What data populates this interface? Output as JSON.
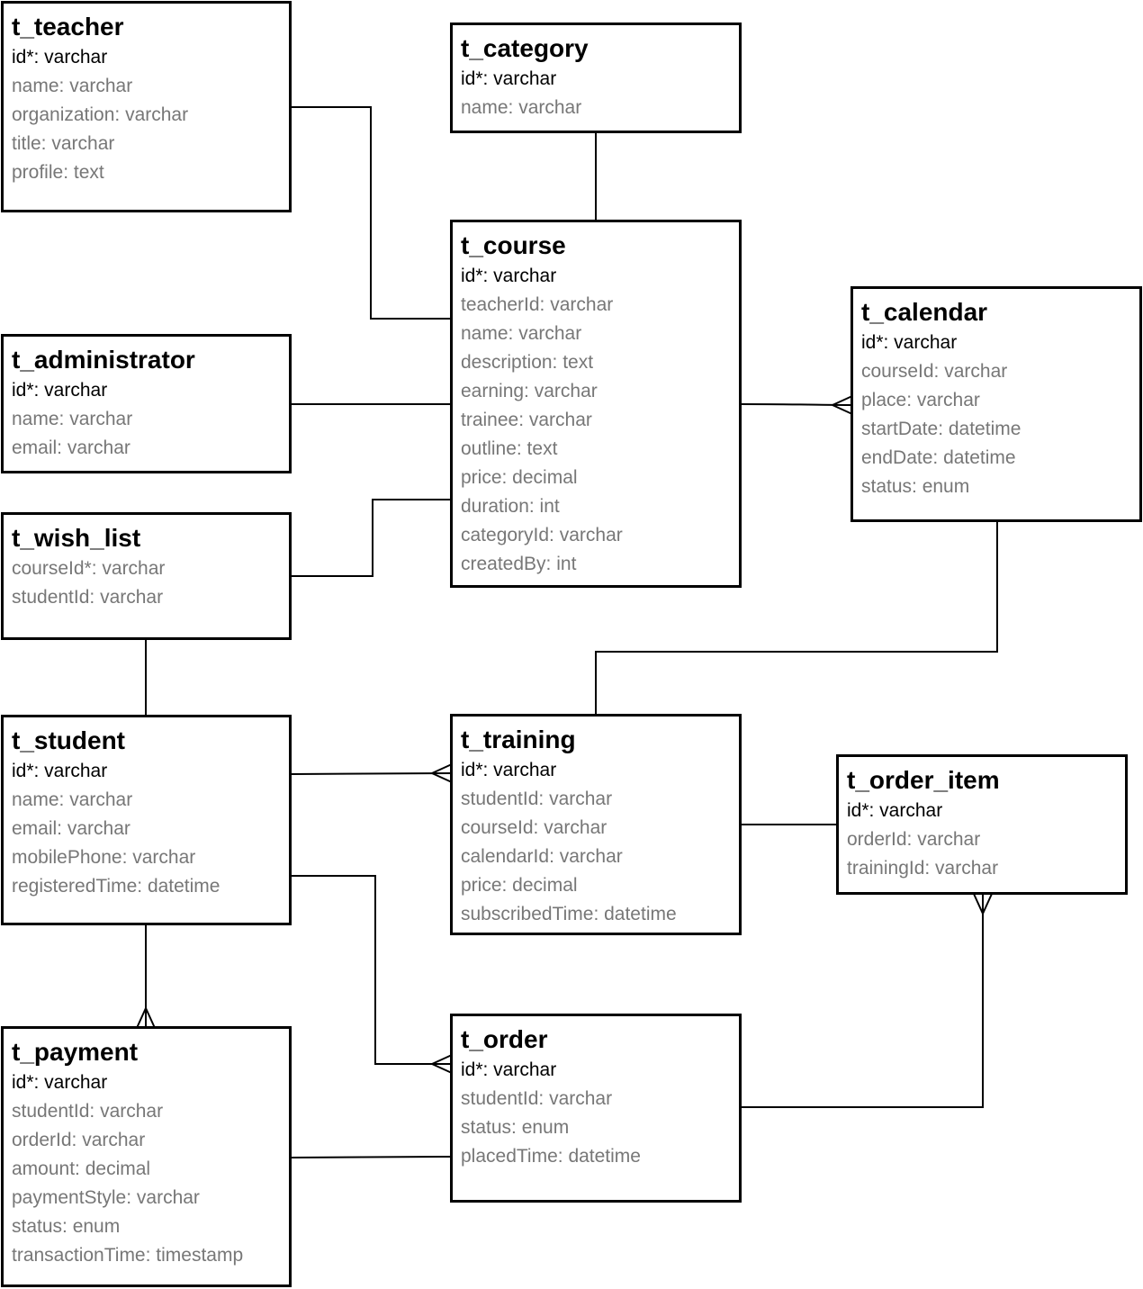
{
  "colors": {
    "border": "#000000",
    "title": "#000000",
    "primary_key": "#000000",
    "attribute": "#777777",
    "connector": "#000000"
  },
  "entities": {
    "teacher": {
      "name": "t_teacher",
      "fields": [
        {
          "text": "id*: varchar",
          "pk": true
        },
        {
          "text": "name: varchar",
          "pk": false
        },
        {
          "text": "organization: varchar",
          "pk": false
        },
        {
          "text": "title: varchar",
          "pk": false
        },
        {
          "text": "profile: text",
          "pk": false
        }
      ]
    },
    "category": {
      "name": "t_category",
      "fields": [
        {
          "text": "id*: varchar",
          "pk": true
        },
        {
          "text": "name: varchar",
          "pk": false
        }
      ]
    },
    "course": {
      "name": "t_course",
      "fields": [
        {
          "text": "id*: varchar",
          "pk": true
        },
        {
          "text": "teacherId: varchar",
          "pk": false
        },
        {
          "text": "name: varchar",
          "pk": false
        },
        {
          "text": "description: text",
          "pk": false
        },
        {
          "text": "earning: varchar",
          "pk": false
        },
        {
          "text": "trainee: varchar",
          "pk": false
        },
        {
          "text": "outline: text",
          "pk": false
        },
        {
          "text": "price: decimal",
          "pk": false
        },
        {
          "text": "duration: int",
          "pk": false
        },
        {
          "text": "categoryId: varchar",
          "pk": false
        },
        {
          "text": "createdBy: int",
          "pk": false
        }
      ]
    },
    "administrator": {
      "name": "t_administrator",
      "fields": [
        {
          "text": "id*: varchar",
          "pk": true
        },
        {
          "text": "name: varchar",
          "pk": false
        },
        {
          "text": "email: varchar",
          "pk": false
        }
      ]
    },
    "calendar": {
      "name": "t_calendar",
      "fields": [
        {
          "text": "id*: varchar",
          "pk": true
        },
        {
          "text": "courseId: varchar",
          "pk": false
        },
        {
          "text": "place: varchar",
          "pk": false
        },
        {
          "text": "startDate: datetime",
          "pk": false
        },
        {
          "text": "endDate: datetime",
          "pk": false
        },
        {
          "text": "status: enum",
          "pk": false
        }
      ]
    },
    "wish_list": {
      "name": "t_wish_list",
      "fields": [
        {
          "text": "courseId*: varchar",
          "pk": false
        },
        {
          "text": "studentId: varchar",
          "pk": false
        }
      ]
    },
    "student": {
      "name": "t_student",
      "fields": [
        {
          "text": "id*: varchar",
          "pk": true
        },
        {
          "text": "name: varchar",
          "pk": false
        },
        {
          "text": "email: varchar",
          "pk": false
        },
        {
          "text": "mobilePhone: varchar",
          "pk": false
        },
        {
          "text": "registeredTime: datetime",
          "pk": false
        }
      ]
    },
    "training": {
      "name": "t_training",
      "fields": [
        {
          "text": "id*: varchar",
          "pk": true
        },
        {
          "text": "studentId: varchar",
          "pk": false
        },
        {
          "text": "courseId: varchar",
          "pk": false
        },
        {
          "text": "calendarId: varchar",
          "pk": false
        },
        {
          "text": "price: decimal",
          "pk": false
        },
        {
          "text": "subscribedTime: datetime",
          "pk": false
        }
      ]
    },
    "order_item": {
      "name": "t_order_item",
      "fields": [
        {
          "text": "id*: varchar",
          "pk": true
        },
        {
          "text": "orderId: varchar",
          "pk": false
        },
        {
          "text": "trainingId: varchar",
          "pk": false
        }
      ]
    },
    "payment": {
      "name": "t_payment",
      "fields": [
        {
          "text": "id*: varchar",
          "pk": true
        },
        {
          "text": "studentId: varchar",
          "pk": false
        },
        {
          "text": "orderId: varchar",
          "pk": false
        },
        {
          "text": "amount: decimal",
          "pk": false
        },
        {
          "text": "paymentStyle: varchar",
          "pk": false
        },
        {
          "text": "status: enum",
          "pk": false
        },
        {
          "text": "transactionTime: timestamp",
          "pk": false
        }
      ]
    },
    "order": {
      "name": "t_order",
      "fields": [
        {
          "text": "id*: varchar",
          "pk": true
        },
        {
          "text": "studentId: varchar",
          "pk": false
        },
        {
          "text": "status: enum",
          "pk": false
        },
        {
          "text": "placedTime: datetime",
          "pk": false
        }
      ]
    }
  },
  "relationships": [
    {
      "from": "t_teacher",
      "to": "t_course",
      "cardinality": "one-to-one"
    },
    {
      "from": "t_category",
      "to": "t_course",
      "cardinality": "one-to-one"
    },
    {
      "from": "t_administrator",
      "to": "t_course",
      "cardinality": "one-to-one"
    },
    {
      "from": "t_course",
      "to": "t_calendar",
      "cardinality": "one-to-many"
    },
    {
      "from": "t_wish_list",
      "to": "t_course",
      "cardinality": "one-to-one"
    },
    {
      "from": "t_wish_list",
      "to": "t_student",
      "cardinality": "one-to-one"
    },
    {
      "from": "t_calendar",
      "to": "t_training",
      "cardinality": "one-to-one"
    },
    {
      "from": "t_student",
      "to": "t_training",
      "cardinality": "one-to-many"
    },
    {
      "from": "t_training",
      "to": "t_order_item",
      "cardinality": "one-to-one"
    },
    {
      "from": "t_student",
      "to": "t_payment",
      "cardinality": "one-to-many"
    },
    {
      "from": "t_student",
      "to": "t_order",
      "cardinality": "one-to-many"
    },
    {
      "from": "t_payment",
      "to": "t_order",
      "cardinality": "one-to-one"
    },
    {
      "from": "t_order",
      "to": "t_order_item",
      "cardinality": "one-to-many"
    }
  ]
}
